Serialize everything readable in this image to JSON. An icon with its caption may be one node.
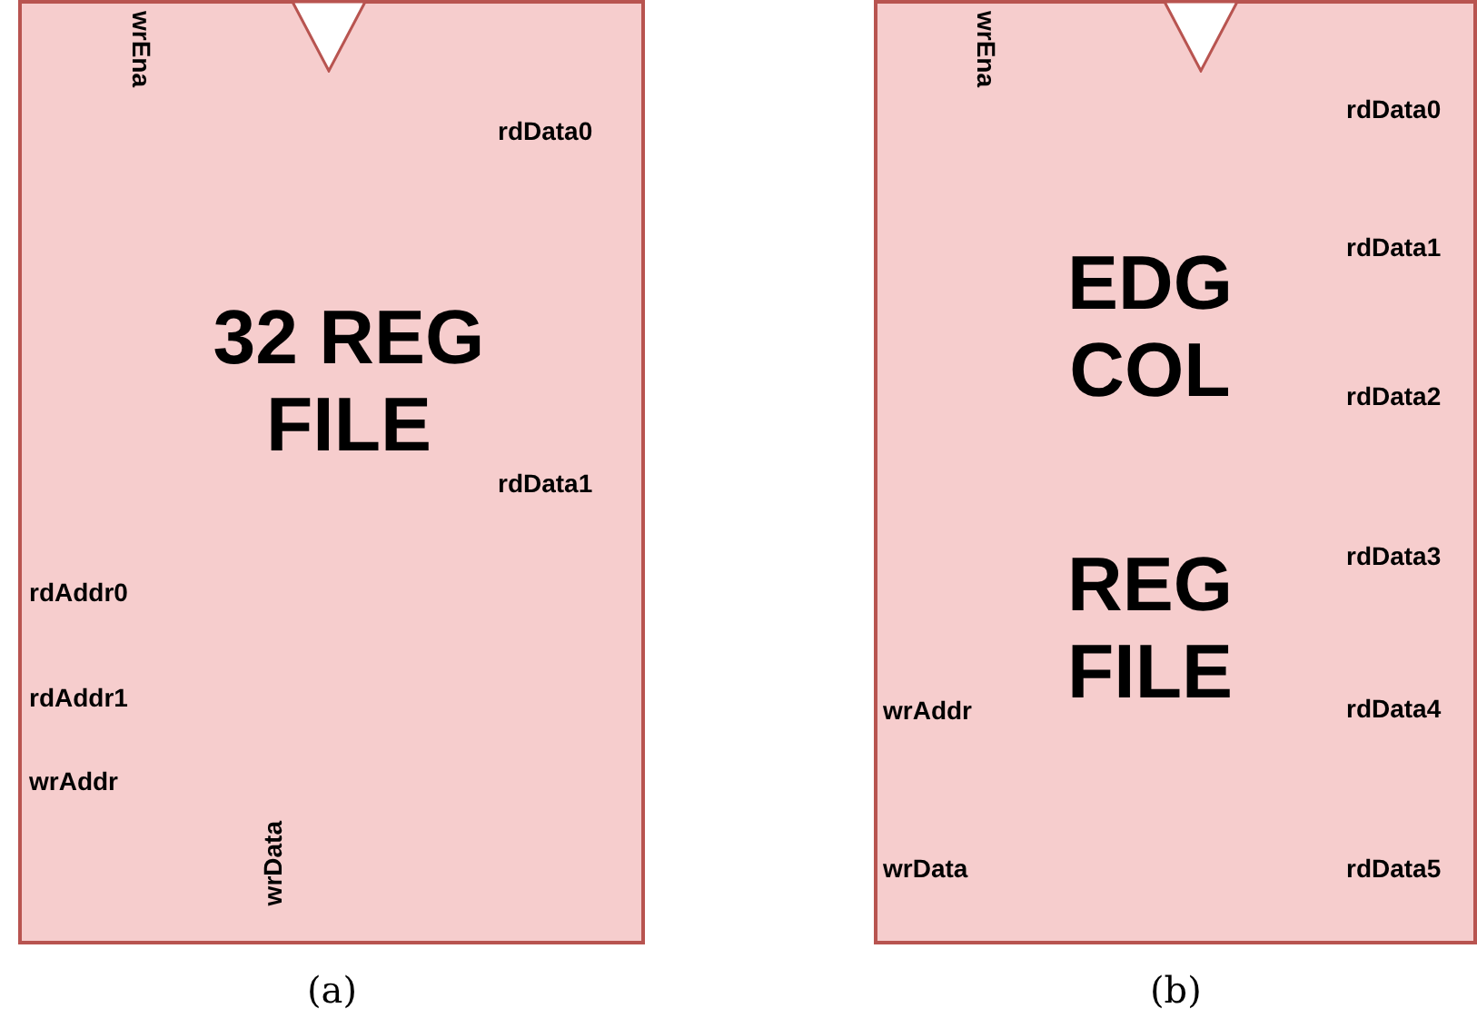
{
  "diagram": {
    "nodes": [
      {
        "text": [
          "wrEna",
          "rdData0",
          "32 REG FILE",
          "rdData1",
          "rdAddr0",
          "rdAddr1",
          "wrAddr",
          "wrData"
        ],
        "beside": [
          "(a)"
        ]
      },
      {
        "text": [
          "wrEna",
          "rdData0",
          "EDG COL",
          "rdData1",
          "rdData2",
          "REG FILE",
          "rdData3",
          "wrAddr",
          "rdData4",
          "wrData",
          "rdData5"
        ],
        "beside": [
          "(b)"
        ]
      }
    ]
  }
}
